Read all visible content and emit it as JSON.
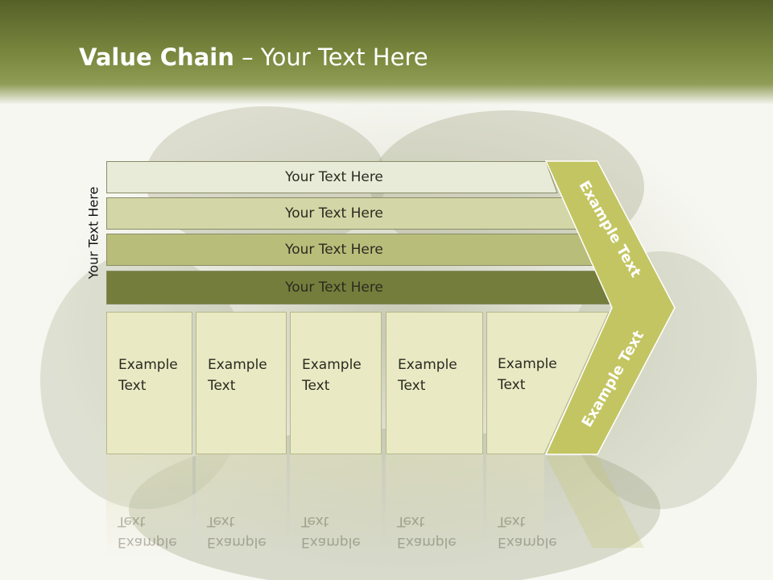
{
  "title": {
    "bold": "Value Chain",
    "rest": " – Your Text Here"
  },
  "side_label": "Your Text Here",
  "bands": [
    {
      "label": "Your Text Here",
      "color": "#e8ebd7"
    },
    {
      "label": "Your Text Here",
      "color": "#d3d6a6"
    },
    {
      "label": "Your Text Here",
      "color": "#b9bd7a"
    },
    {
      "label": "Your Text Here",
      "color": "#747d3b"
    }
  ],
  "columns": [
    {
      "line1": "Example",
      "line2": "Text"
    },
    {
      "line1": "Example",
      "line2": "Text"
    },
    {
      "line1": "Example",
      "line2": "Text"
    },
    {
      "line1": "Example",
      "line2": "Text"
    },
    {
      "line1": "Example",
      "line2": "Text"
    }
  ],
  "chevron": {
    "upper_text": "Example Text",
    "lower_text": "Example Text",
    "color": "#c3c562"
  },
  "colors": {
    "header_dark": "#556028",
    "header_light": "#8f9c55",
    "column_fill": "#e9e9c4"
  }
}
